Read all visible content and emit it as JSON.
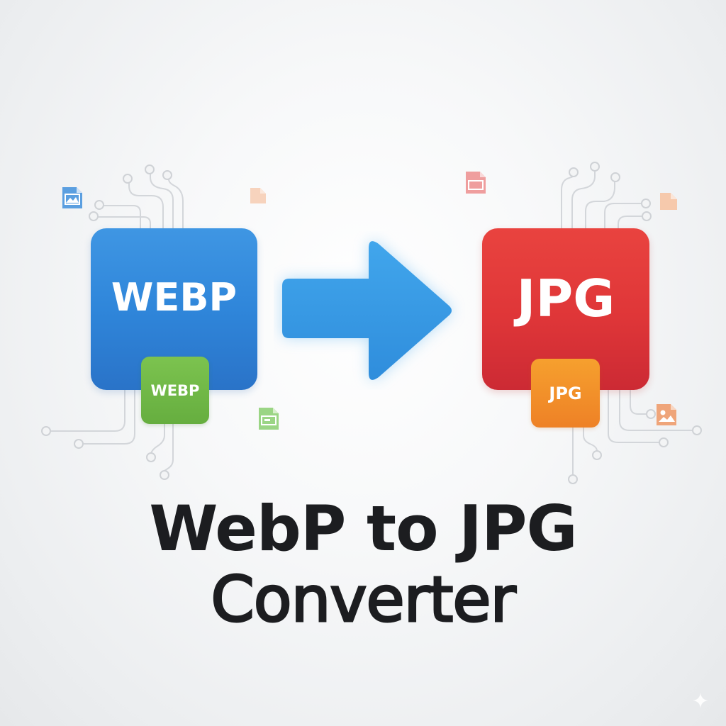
{
  "source_format": {
    "label": "WEBP",
    "badge_label": "WEBP",
    "color": "#3189dc",
    "badge_color": "#70b847"
  },
  "target_format": {
    "label": "JPG",
    "badge_label": "JPG",
    "color": "#e03a3a",
    "badge_color": "#f28f2a"
  },
  "arrow": {
    "icon": "arrow-right-icon",
    "color": "#3a9be6"
  },
  "title": {
    "line1": "WebP to JPG",
    "line2": "Converter",
    "color": "#1c1d20"
  },
  "decorative_icons": [
    {
      "name": "image-file-icon",
      "color": "#5b9fe0"
    },
    {
      "name": "blank-file-icon",
      "color": "#f5c6a8"
    },
    {
      "name": "document-file-icon",
      "color": "#8fcf78"
    },
    {
      "name": "document-file-icon",
      "color": "#ec9a9a"
    },
    {
      "name": "blank-file-icon",
      "color": "#f5c6a8"
    },
    {
      "name": "image-file-icon",
      "color": "#efa57a"
    }
  ],
  "watermark": {
    "icon": "sparkle-icon"
  }
}
